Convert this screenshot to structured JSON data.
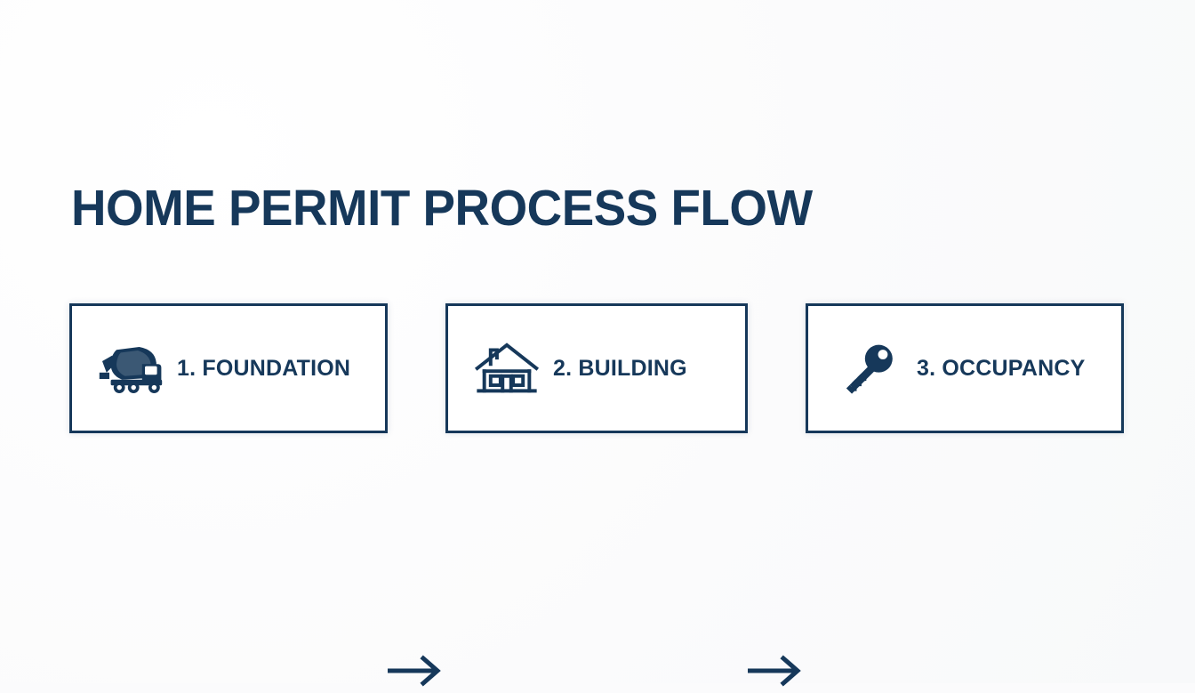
{
  "page": {
    "title": "HOME PERMIT PROCESS FLOW",
    "background_color": "#fbfbfc",
    "accent_color": "#16385a"
  },
  "flow": {
    "steps": [
      {
        "label": "1. FOUNDATION",
        "icon": "cement-mixer-truck-icon"
      },
      {
        "label": "2. BUILDING",
        "icon": "house-icon"
      },
      {
        "label": "3. OCCUPANCY",
        "icon": "key-icon"
      }
    ],
    "connectors": [
      {
        "icon": "arrow-right-icon"
      },
      {
        "icon": "arrow-right-icon"
      }
    ]
  }
}
